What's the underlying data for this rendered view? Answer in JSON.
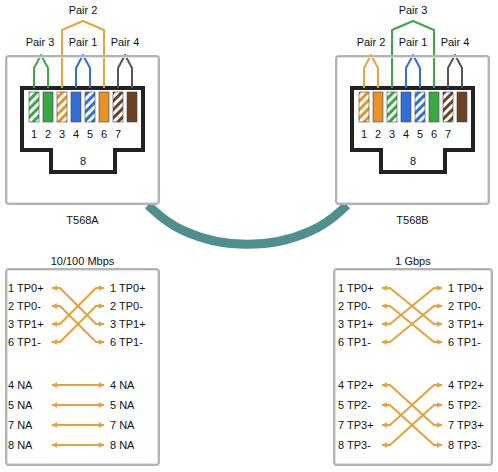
{
  "diagram": {
    "nodes": [
      {
        "text": [
          "T568A"
        ]
      },
      {
        "text": [
          "T568B"
        ]
      },
      {
        "text": [
          "10/100 Mbps"
        ]
      },
      {
        "text": [
          "1 Gbps"
        ]
      }
    ],
    "edges": [
      {
        "from": 0,
        "to": 1,
        "arrow": "none"
      }
    ],
    "labels": [
      "Pair 2",
      "Pair 3",
      "Pair 1",
      "Pair 4",
      "1",
      "2",
      "3",
      "4",
      "5",
      "6",
      "7",
      "8",
      "Pair 3",
      "Pair 2",
      "Pair 1",
      "Pair 4",
      "1",
      "2",
      "3",
      "4",
      "5",
      "6",
      "7",
      "8",
      "1 TP0+",
      "1 TP0+",
      "2 TP0-",
      "2 TP0-",
      "3 TP1+",
      "3 TP1+",
      "6 TP1-",
      "6 TP1-",
      "4 NA",
      "4 NA",
      "5 NA",
      "5 NA",
      "7 NA",
      "7 NA",
      "8 NA",
      "8 NA",
      "1 TP0+",
      "1 TP0+",
      "2 TP0-",
      "2 TP0-",
      "3 TP1+",
      "3 TP1+",
      "6 TP1-",
      "6 TP1-",
      "4 TP2+",
      "4 TP2+",
      "5 TP2-",
      "5 TP2-",
      "7 TP3+",
      "7 TP3+",
      "8 TP3-",
      "8 TP3-"
    ]
  }
}
